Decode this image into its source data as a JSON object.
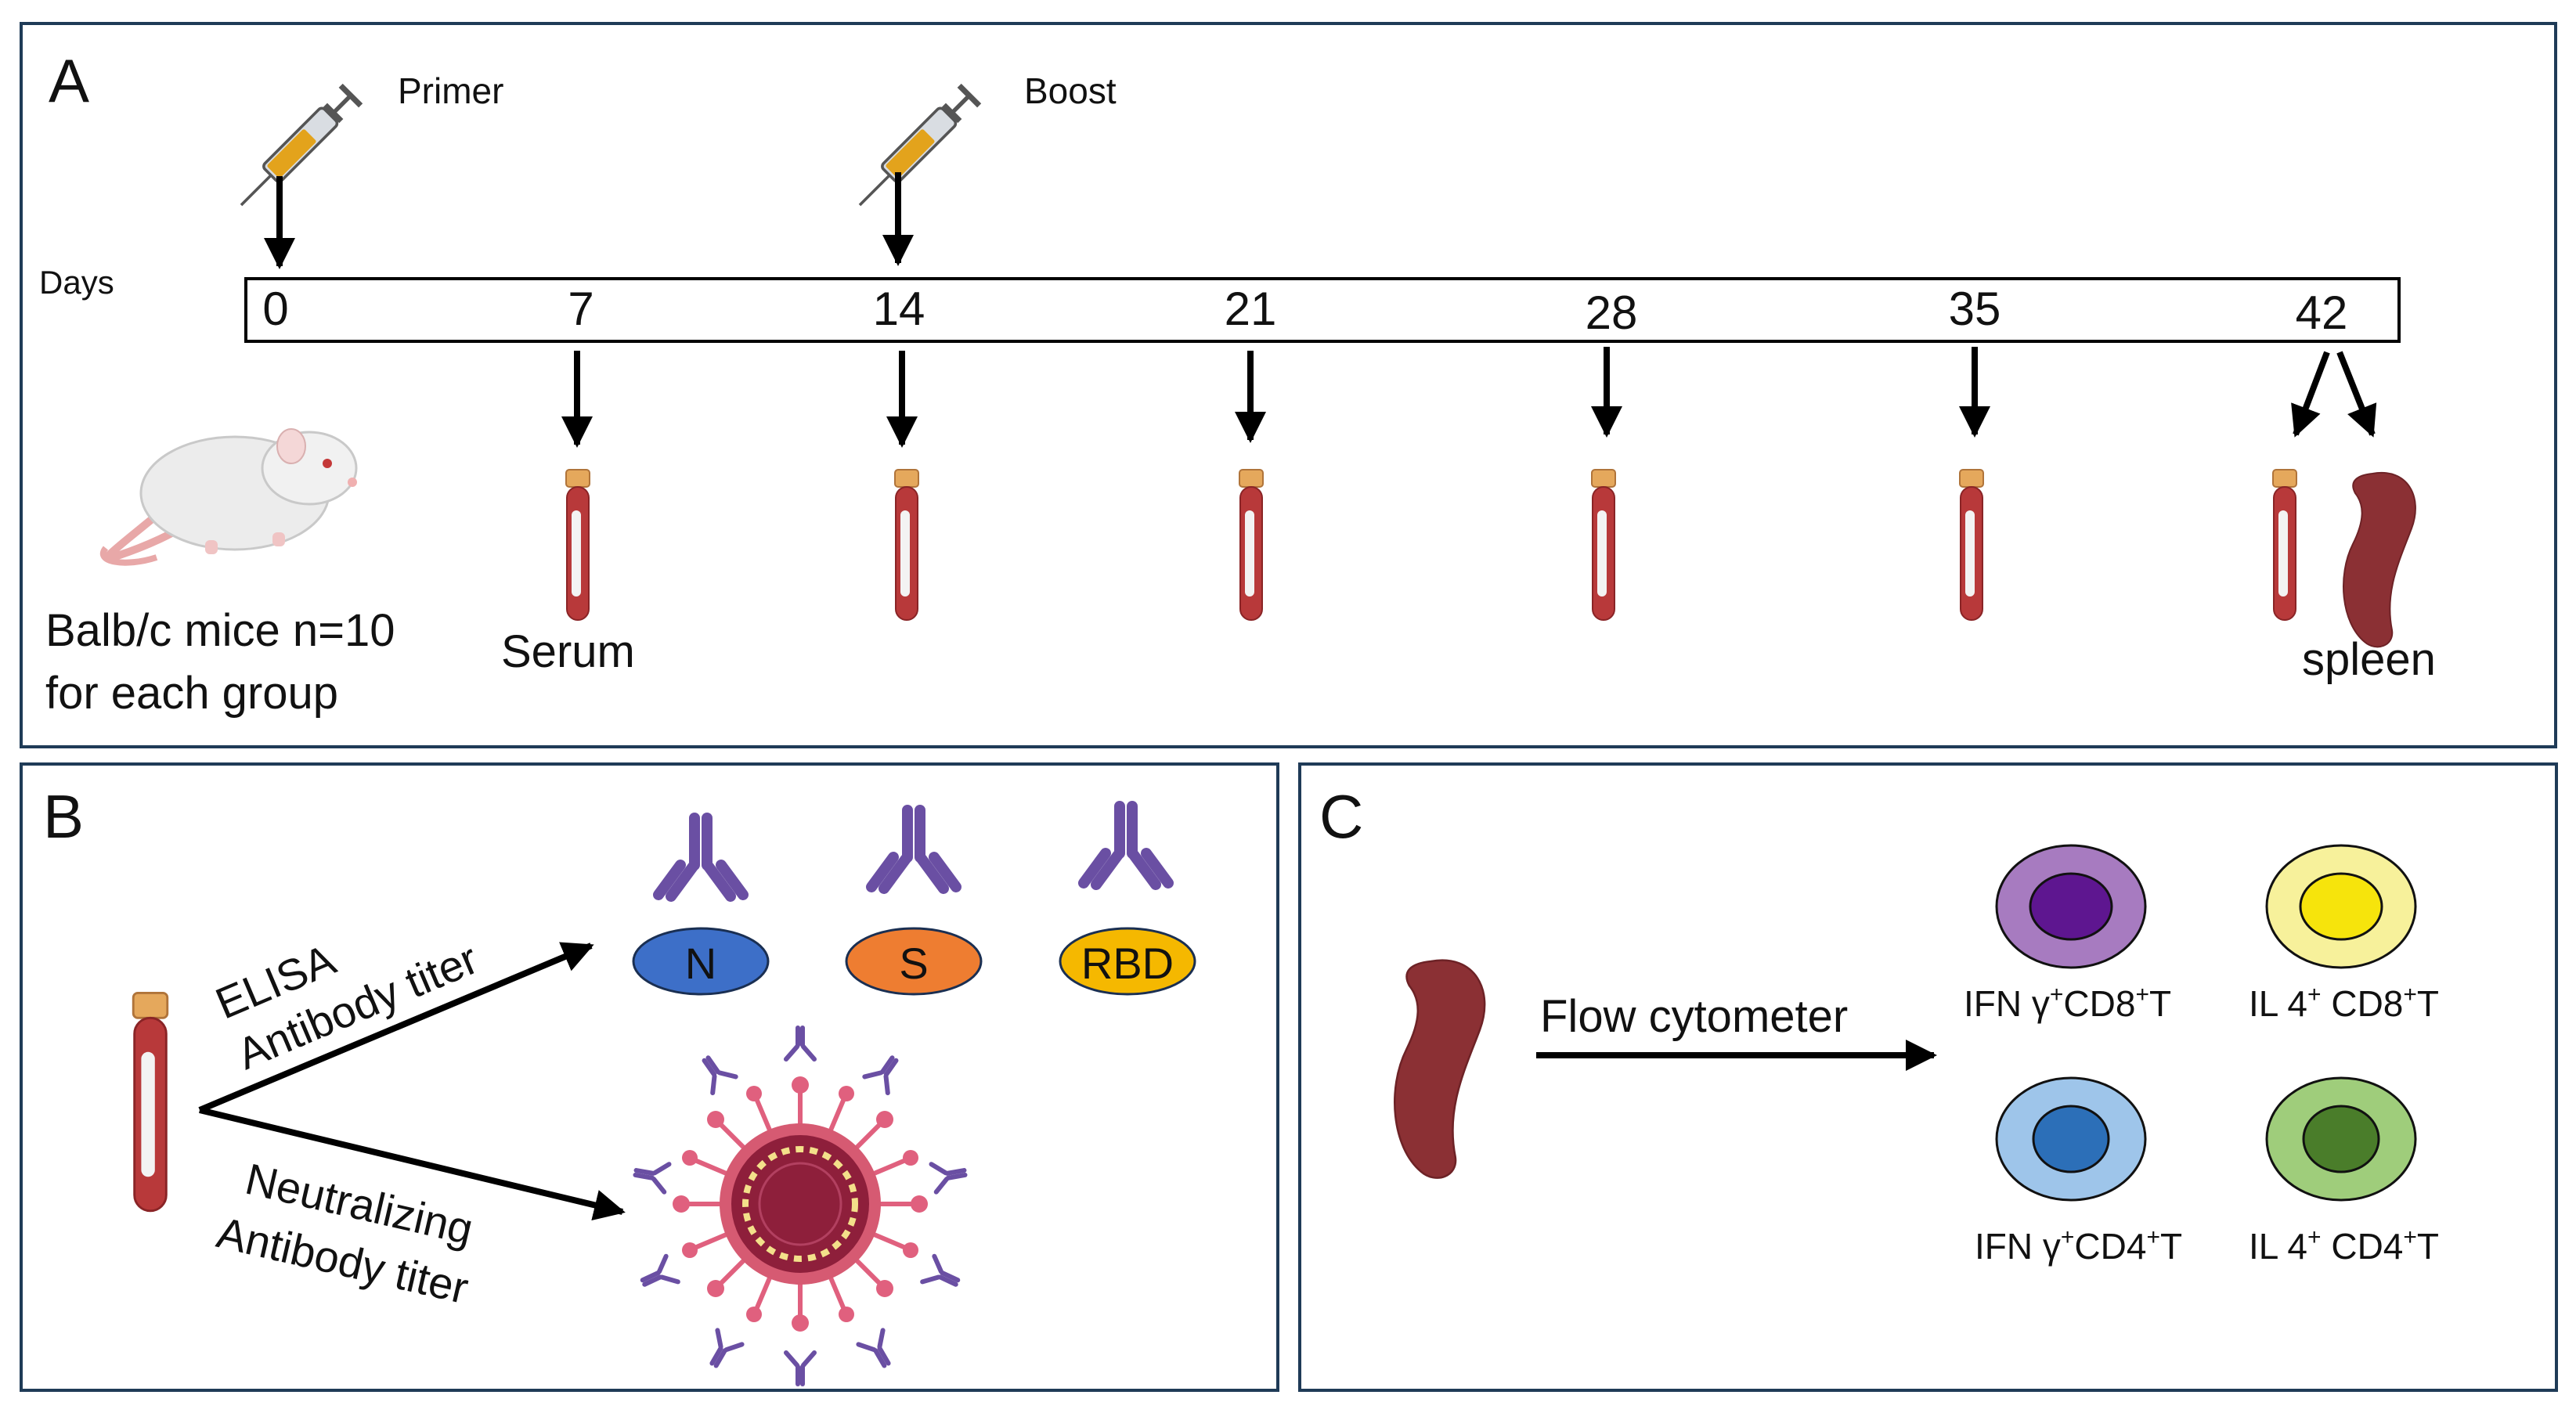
{
  "panels": {
    "a": {
      "letter": "A",
      "days_label": "Days",
      "primer_label": "Primer",
      "boost_label": "Boost",
      "days": [
        "0",
        "7",
        "14",
        "21",
        "28",
        "35",
        "42"
      ],
      "mice_line1": "Balb/c mice n=10",
      "mice_line2": "for each group",
      "serum_label": "Serum",
      "spleen_label": "spleen"
    },
    "b": {
      "letter": "B",
      "elisa_line1": "ELISA",
      "elisa_line2": "Antibody titer",
      "neut_line1": "Neutralizing",
      "neut_line2": "Antibody titer",
      "antigens": [
        "N",
        "S",
        "RBD"
      ]
    },
    "c": {
      "letter": "C",
      "flow_label": "Flow cytometer",
      "cells": [
        {
          "prefix": "IFN γ",
          "sup1": "+",
          "mid": "CD8",
          "sup2": "+",
          "suffix": "T"
        },
        {
          "prefix": "IL 4",
          "sup1": "+",
          "mid": " CD8",
          "sup2": "+",
          "suffix": "T"
        },
        {
          "prefix": "IFN γ",
          "sup1": "+",
          "mid": "CD4",
          "sup2": "+",
          "suffix": "T"
        },
        {
          "prefix": "IL 4",
          "sup1": "+",
          "mid": " CD4",
          "sup2": "+",
          "suffix": "T"
        }
      ]
    }
  },
  "colors": {
    "panel_border": "#1f3b57",
    "antibody": "#6a4fa3",
    "antigen_n": "#3d6fc8",
    "antigen_s": "#ee7d31",
    "antigen_rbd": "#f5b800",
    "blood": "#b8393a",
    "tube_cap": "#e5a85c",
    "spleen": "#8b3034",
    "cell_ifn_cd8_outer": "#a77bc0",
    "cell_ifn_cd8_inner": "#5e1690",
    "cell_il4_cd8_outer": "#f7f19b",
    "cell_il4_cd8_inner": "#f6e40c",
    "cell_ifn_cd4_outer": "#9ec5ea",
    "cell_ifn_cd4_inner": "#2c6fb8",
    "cell_il4_cd4_outer": "#9fcd7b",
    "cell_il4_cd4_inner": "#4a7d2a",
    "virus_core": "#8e1f3b",
    "virus_spike": "#e0607e"
  }
}
